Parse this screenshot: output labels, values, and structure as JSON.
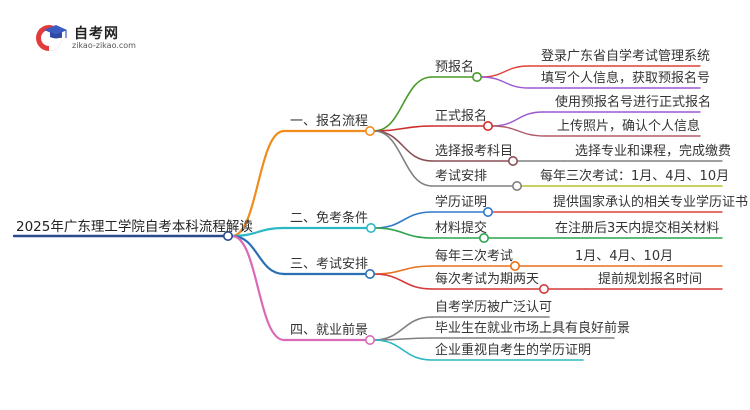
{
  "logo": {
    "name": "自考网",
    "domain": "zikao-zikao.com"
  },
  "root": {
    "label": "2025年广东理工学院自考本科流程解读"
  },
  "branches": [
    {
      "label": "一、报名流程",
      "color": "#f08c1c",
      "children": [
        {
          "label": "预报名",
          "color": "#4a9a2a",
          "leaves": [
            {
              "label": "登录广东省自学考试管理系统",
              "color": "#e0413a"
            },
            {
              "label": "填写个人信息，获取预报名号",
              "color": "#9b59d0"
            }
          ]
        },
        {
          "label": "正式报名",
          "color": "#cf2e2e",
          "leaves": [
            {
              "label": "使用预报名号进行正式报名",
              "color": "#9b59d0"
            },
            {
              "label": "上传照片，确认个人信息",
              "color": "#b05a6a"
            }
          ]
        },
        {
          "label": "选择报考科目",
          "color": "#8a4f55",
          "leaves": [
            {
              "label": "选择专业和课程，完成缴费",
              "color": "#808080"
            }
          ]
        },
        {
          "label": "考试安排",
          "color": "#808080",
          "leaves": [
            {
              "label": "每年三次考试：1月、4月、10月",
              "color": "#b9c22e"
            }
          ]
        }
      ]
    },
    {
      "label": "二、免考条件",
      "color": "#2bb8c4",
      "children": [
        {
          "label": "学历证明",
          "color": "#2f7ac9",
          "leaves": [
            {
              "label": "提供国家承认的相关专业学历证书",
              "color": "#e0413a"
            }
          ]
        },
        {
          "label": "材料提交",
          "color": "#2ea44f",
          "leaves": [
            {
              "label": "在注册后3天内提交相关材料",
              "color": "#2ea44f"
            }
          ]
        }
      ]
    },
    {
      "label": "三、考试安排",
      "color": "#2a6fb5",
      "children": [
        {
          "label": "每年三次考试",
          "color": "#e8701a",
          "leaves": [
            {
              "label": "1月、4月、10月",
              "color": "#e8701a"
            }
          ]
        },
        {
          "label": "每次考试为期两天",
          "color": "#d63a3a",
          "leaves": [
            {
              "label": "提前规划报名时间",
              "color": "#d63a3a"
            }
          ]
        }
      ]
    },
    {
      "label": "四、就业前景",
      "color": "#d96ab6",
      "children": [
        {
          "label": "自考学历被广泛认可",
          "color": "#808080",
          "leaves": []
        },
        {
          "label": "毕业生在就业市场上具有良好前景",
          "color": "#808080",
          "leaves": []
        },
        {
          "label": "企业重视自考生的学历证明",
          "color": "#2bb8c4",
          "leaves": []
        }
      ]
    }
  ]
}
